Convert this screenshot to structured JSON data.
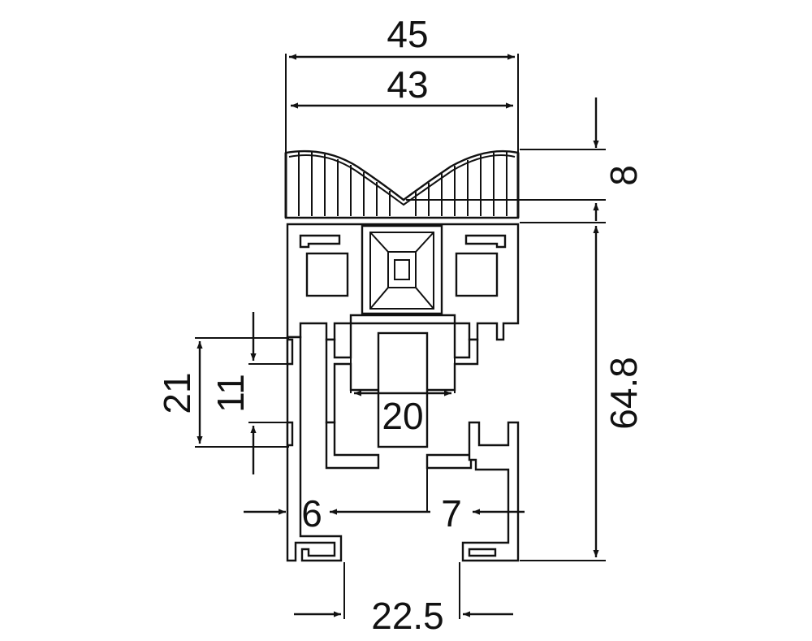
{
  "diagram": {
    "dimensions": {
      "overall_width": "45",
      "inner_width": "43",
      "top_height": "8",
      "total_height": "64.8",
      "slot_outer": "21",
      "slot_inner": "11",
      "center_width": "20",
      "left_offset": "6",
      "right_offset": "7",
      "bottom_gap": "22.5"
    },
    "colors": {
      "line": "#111111",
      "background": "#ffffff"
    }
  }
}
